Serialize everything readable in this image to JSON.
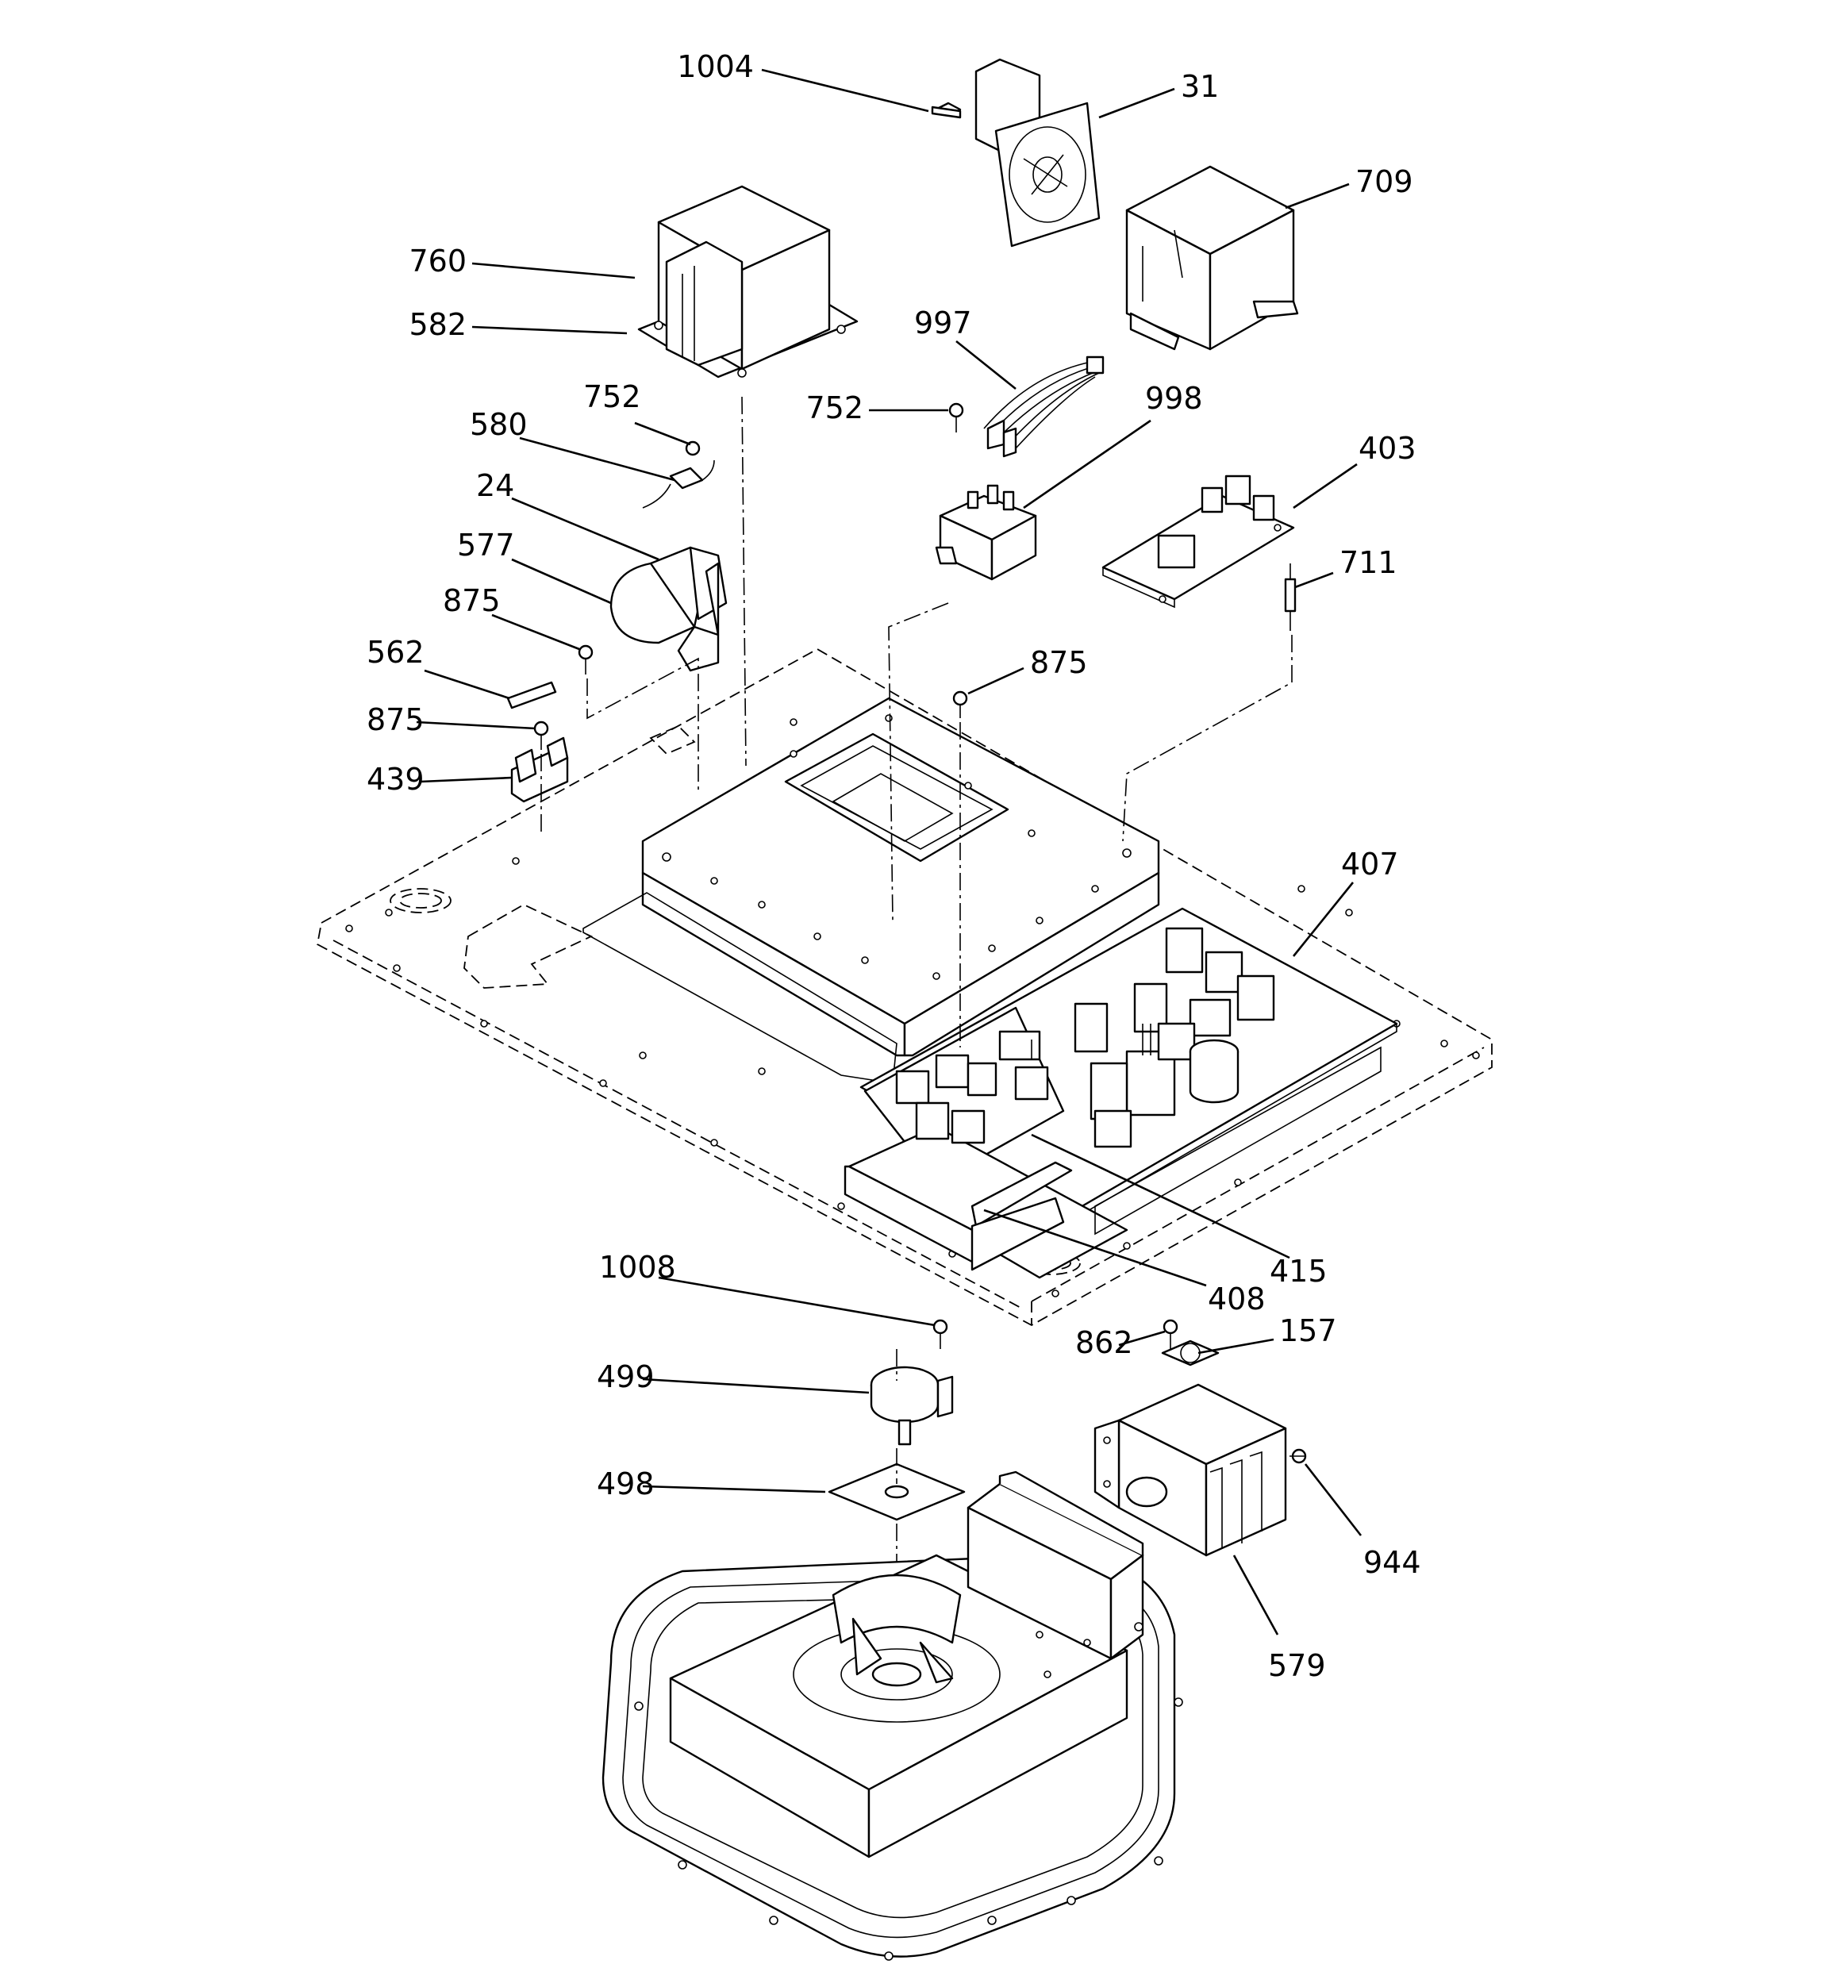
{
  "callouts": [
    {
      "id": "c1004a",
      "label": "1004"
    },
    {
      "id": "c31",
      "label": "31"
    },
    {
      "id": "c709",
      "label": "709"
    },
    {
      "id": "c760",
      "label": "760"
    },
    {
      "id": "c582",
      "label": "582"
    },
    {
      "id": "c997",
      "label": "997"
    },
    {
      "id": "c752a",
      "label": "752"
    },
    {
      "id": "c752b",
      "label": "752"
    },
    {
      "id": "c998",
      "label": "998"
    },
    {
      "id": "c580",
      "label": "580"
    },
    {
      "id": "c403",
      "label": "403"
    },
    {
      "id": "c24",
      "label": "24"
    },
    {
      "id": "c577",
      "label": "577"
    },
    {
      "id": "c711",
      "label": "711"
    },
    {
      "id": "c875a",
      "label": "875"
    },
    {
      "id": "c875b",
      "label": "875"
    },
    {
      "id": "c562",
      "label": "562"
    },
    {
      "id": "c875c",
      "label": "875"
    },
    {
      "id": "c439",
      "label": "439"
    },
    {
      "id": "c407",
      "label": "407"
    },
    {
      "id": "c415",
      "label": "415"
    },
    {
      "id": "c408",
      "label": "408"
    },
    {
      "id": "c1008",
      "label": "1008"
    },
    {
      "id": "c862",
      "label": "862"
    },
    {
      "id": "c157",
      "label": "157"
    },
    {
      "id": "c499",
      "label": "499"
    },
    {
      "id": "c498",
      "label": "498"
    },
    {
      "id": "c944",
      "label": "944"
    },
    {
      "id": "c579",
      "label": "579"
    }
  ]
}
